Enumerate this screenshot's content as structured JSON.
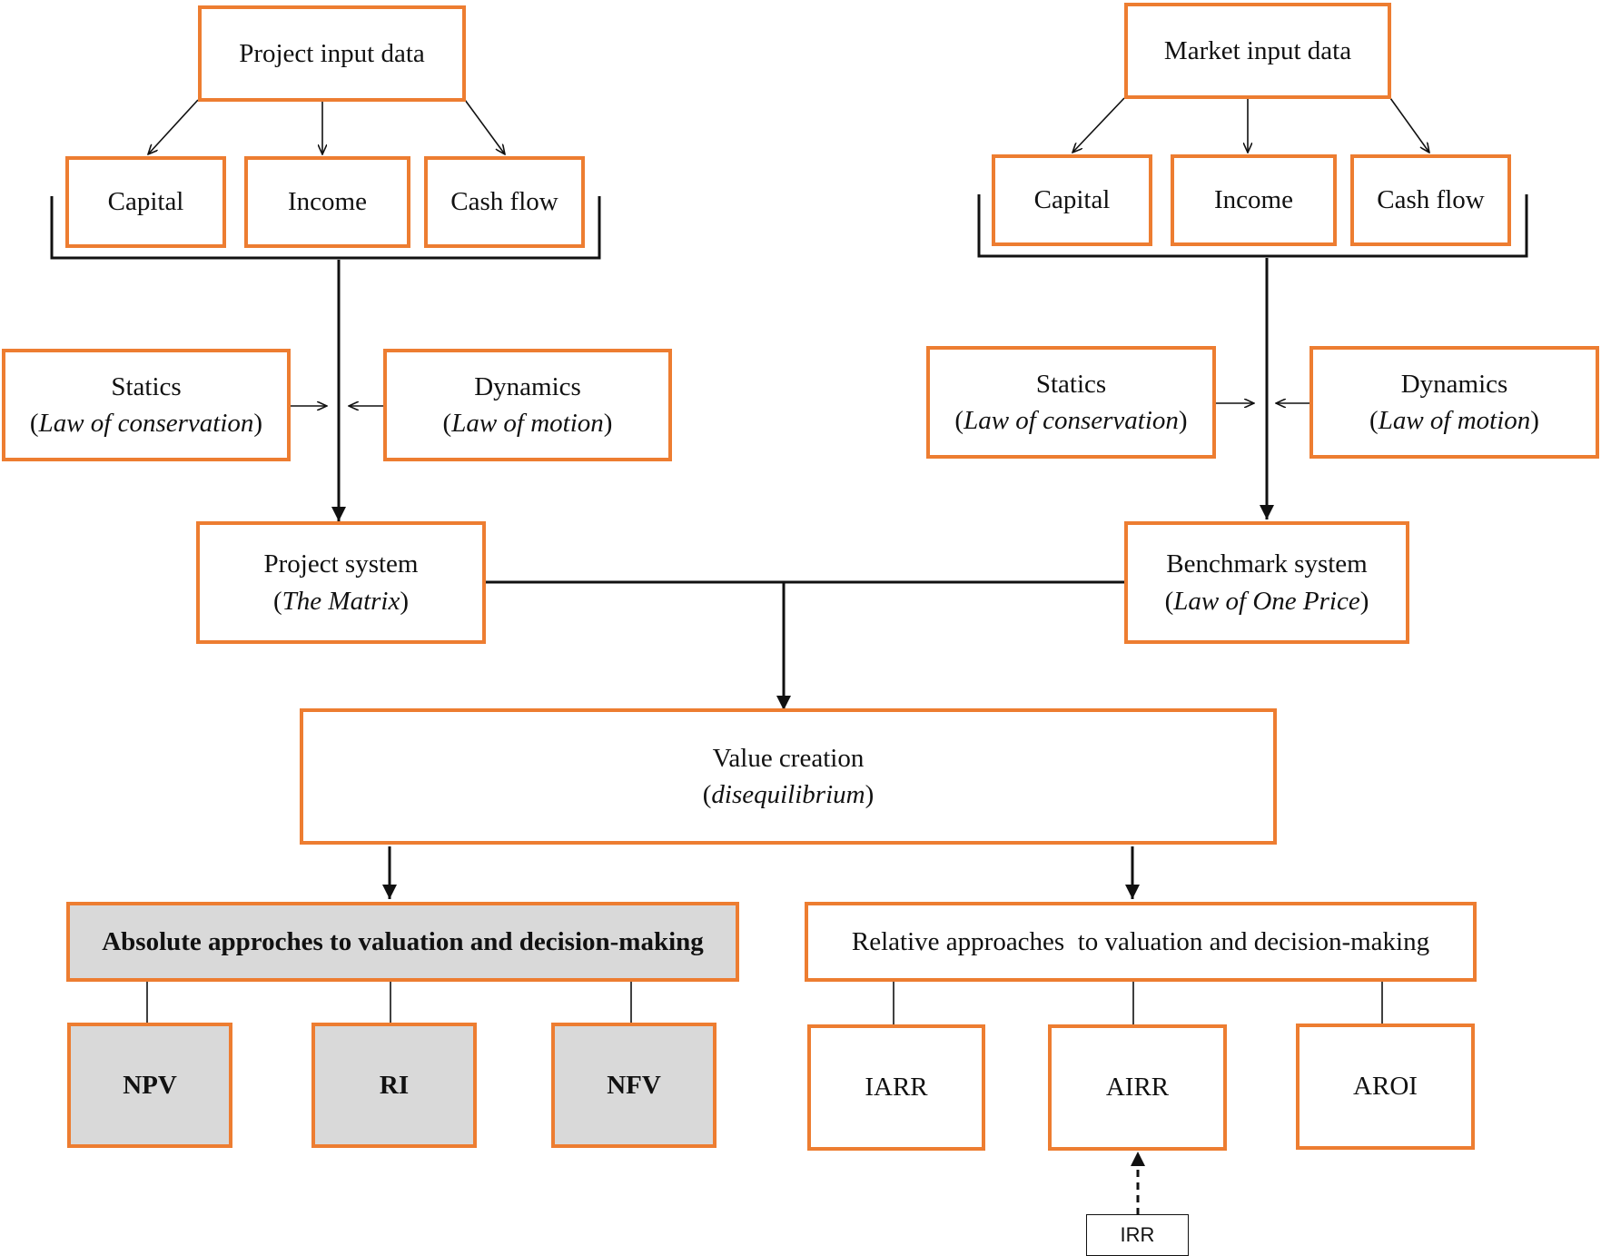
{
  "project": {
    "input": "Project input data",
    "items": [
      "Capital",
      "Income",
      "Cash flow"
    ],
    "statics": {
      "title": "Statics",
      "sub": "Law of conservation"
    },
    "dynamics": {
      "title": "Dynamics",
      "sub": "Law of motion"
    },
    "system": {
      "title": "Project system",
      "sub": "The Matrix"
    }
  },
  "market": {
    "input": "Market input data",
    "items": [
      "Capital",
      "Income",
      "Cash flow"
    ],
    "statics": {
      "title": "Statics",
      "sub": "Law of conservation"
    },
    "dynamics": {
      "title": "Dynamics",
      "sub": "Law of motion"
    },
    "system": {
      "title": "Benchmark system",
      "sub": "Law of One Price"
    }
  },
  "value": {
    "title": "Value creation",
    "sub": "disequilibrium"
  },
  "absolute": {
    "title": "Absolute approches to valuation and decision-making",
    "items": [
      "NPV",
      "RI",
      "NFV"
    ]
  },
  "relative": {
    "title": "Relative approaches  to valuation and decision-making",
    "items": [
      "IARR",
      "AIRR",
      "AROI"
    ]
  },
  "irr": "IRR",
  "colors": {
    "box_border": "#ED7D31",
    "highlight_fill": "#D9D9D9",
    "line": "#111111"
  }
}
